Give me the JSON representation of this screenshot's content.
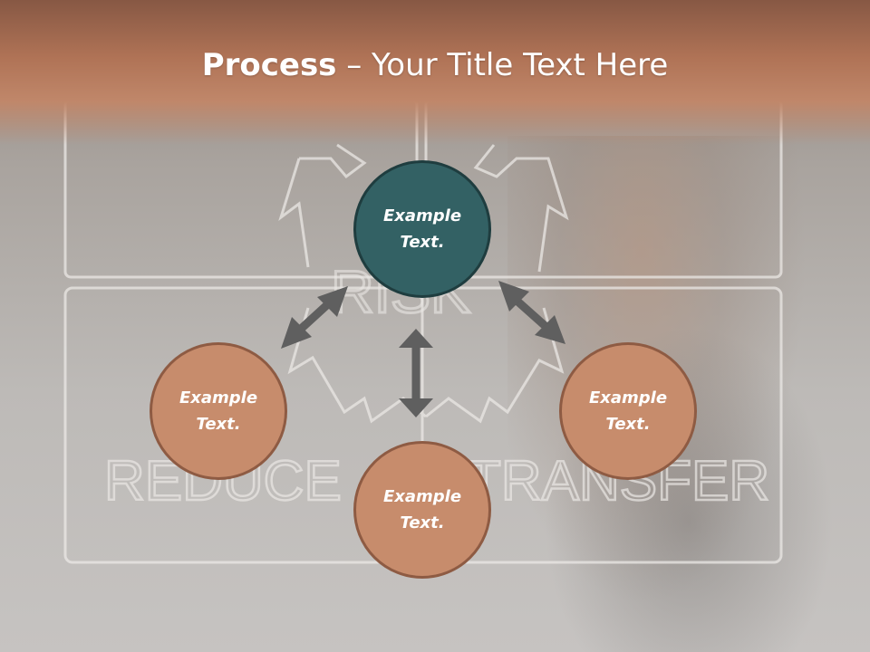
{
  "title": {
    "bold": "Process",
    "rest": " – Your Title Text Here"
  },
  "nodes": {
    "center": "Example Text.",
    "left": "Example Text.",
    "right": "Example Text.",
    "bottom": "Example Text."
  },
  "colors": {
    "header": "#b07356",
    "center_fill": "#336164",
    "outer_fill": "#c78c6c",
    "arrow": "#5f5f5f"
  },
  "background_photo_text": {
    "top": "RISK",
    "left": "REDUCE",
    "right": "TRANSFER"
  }
}
